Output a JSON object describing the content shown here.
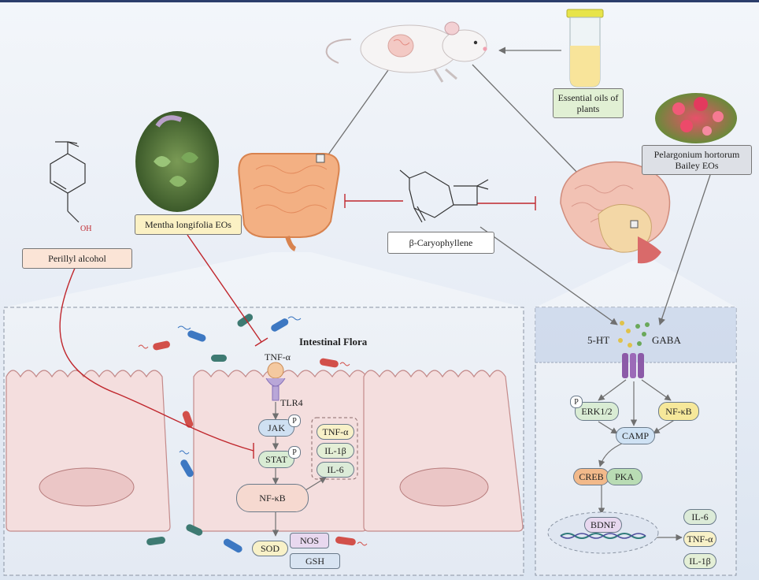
{
  "labels": {
    "essential_oils": "Essential oils of plants",
    "pelargonium": "Pelargonium hortorum Bailey EOs",
    "mentha": "Mentha longifolia EOs",
    "perillyl": "Perillyl alcohol",
    "caryophyllene": "β-Caryophyllene",
    "oh": "OH",
    "intestinal_flora": "Intestinal Flora",
    "tnf_receptor": "TNF-α",
    "tlr4": "TLR4",
    "jak": "JAK",
    "stat": "STAT",
    "nfkb_gut": "NF-κB",
    "cyto_tnf": "TNF-α",
    "cyto_il1b": "IL-1β",
    "cyto_il6": "IL-6",
    "sod": "SOD",
    "nos": "NOS",
    "gsh": "GSH",
    "ht5": "5-HT",
    "gaba": "GABA",
    "erk": "ERK1/2",
    "nfkb_brain": "NF-κB",
    "camp": "CAMP",
    "creb": "CREB",
    "pka": "PKA",
    "bdnf": "BDNF",
    "brain_il6": "IL-6",
    "brain_tnf": "TNF-α",
    "brain_il1b": "IL-1β",
    "p_mark": "P"
  },
  "colors": {
    "cell_fill": "#f4dede",
    "cell_stroke": "#c48a8a",
    "inhibit_red": "#c0272d",
    "arrow_gray": "#707070",
    "jak_blue": "#cfe0f2",
    "stat_green": "#d9ecd4",
    "nfkb_pink": "#f6d9d0",
    "cyto_yellow": "#f8f1c8",
    "camp_blue": "#cfe2f4",
    "creb_orange": "#f2b98a",
    "pka_green": "#b9dcb4"
  }
}
